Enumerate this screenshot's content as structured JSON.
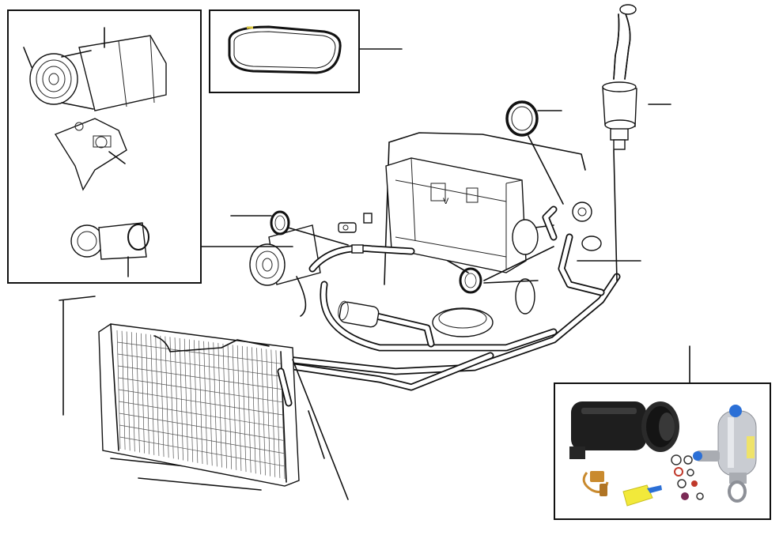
{
  "diagram": {
    "kind": "exploded parts diagram - air conditioning system",
    "labels": [],
    "colors": {
      "line": "#111111",
      "background": "#ffffff",
      "compressor_photo": "#1e1e1e",
      "drier_photo": "#c9ccd2",
      "fitting_blue": "#2b6fd6",
      "oil_bottle": "#f2e93a",
      "valve_brass": "#c98a2e",
      "oring_red": "#c0392b"
    }
  },
  "insets": {
    "compressor_detail": {
      "icon": "compressor-icon"
    },
    "drive_belt": {
      "icon": "belt-icon",
      "accent": "#d6c23a"
    },
    "kit_photo": {
      "icon": "ac-kit-photo"
    }
  },
  "parts": [
    {
      "name": "pressure-switch",
      "icon": "pressure-switch-icon"
    },
    {
      "name": "o-ring-upper",
      "icon": "o-ring-icon"
    },
    {
      "name": "o-ring-left",
      "icon": "o-ring-icon"
    },
    {
      "name": "o-ring-lower",
      "icon": "o-ring-icon"
    },
    {
      "name": "evaporator",
      "icon": "evaporator-icon"
    },
    {
      "name": "condenser",
      "icon": "condenser-icon"
    },
    {
      "name": "receiver-drier",
      "icon": "drier-icon"
    },
    {
      "name": "compressor",
      "icon": "compressor-icon"
    }
  ]
}
